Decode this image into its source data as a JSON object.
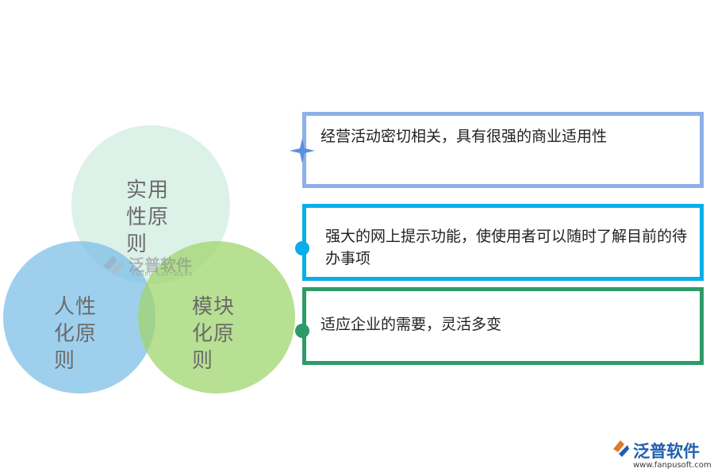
{
  "circles": {
    "top": {
      "label": "实用\n性原\n则",
      "line1": "实用",
      "line2": "性原",
      "line3": "则"
    },
    "left": {
      "line1": "人性",
      "line2": "化原",
      "line3": "则"
    },
    "right": {
      "line1": "模块",
      "line2": "化原",
      "line3": "则"
    }
  },
  "boxes": [
    {
      "text": "经营活动密切相关，具有很强的商业适用性",
      "border_color": "#8db0e8"
    },
    {
      "text": "强大的网上提示功能，使使用者可以随时了解目前的待办事项",
      "border_color": "#0aaee8"
    },
    {
      "text": "适应企业的需要，灵活多变",
      "border_color": "#2e9a68"
    }
  ],
  "watermark": {
    "name": "泛普软件",
    "sub": "FANPU SOFTWARE"
  },
  "logo": {
    "name": "泛普软件",
    "url": "www.fanpusoft.com"
  },
  "colors": {
    "circle_top": "#d6efe4",
    "circle_left": "#78bee8",
    "circle_right": "#a0d66e"
  }
}
